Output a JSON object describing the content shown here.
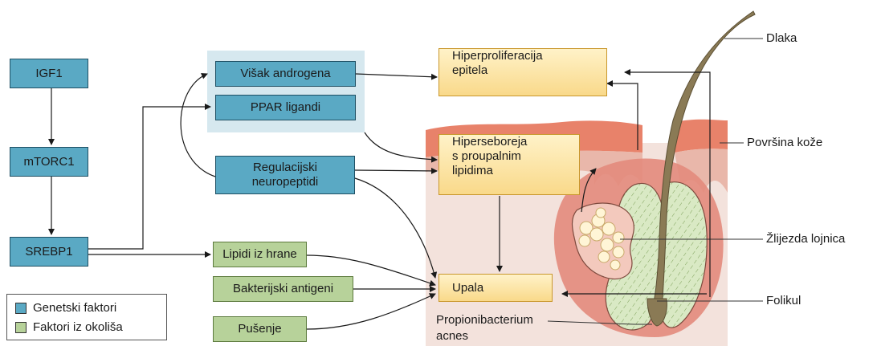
{
  "nodes": {
    "igf1": "IGF1",
    "mtorc1": "mTORC1",
    "srebp1": "SREBP1",
    "visak_androgena": "Višak androgena",
    "ppar_ligandi": "PPAR ligandi",
    "regulacijski_1": "Regulacijski",
    "regulacijski_2": "neuropeptidi",
    "lipidi_iz_hrane": "Lipidi iz hrane",
    "bakterijski_antigeni": "Bakterijski antigeni",
    "pusenje": "Pušenje",
    "hiperproliferacija_1": "Hiperproliferacija",
    "hiperproliferacija_2": "epitela",
    "hiperseboreja_1": "Hiperseboreja",
    "hiperseboreja_2": "s proupalnim",
    "hiperseboreja_3": "lipidima",
    "upala": "Upala"
  },
  "labels": {
    "dlaka": "Dlaka",
    "povrsina_koze": "Površina kože",
    "zlijezda_lojnica": "Žlijezda lojnica",
    "folikul": "Folikul",
    "propionibacterium_1": "Propionibacterium",
    "propionibacterium_2": "acnes"
  },
  "legend": {
    "genetic": "Genetski faktori",
    "environmental": "Faktori iz okoliša"
  },
  "colors": {
    "genetic": "#5aa9c4",
    "environmental": "#b7d29a",
    "outcome": "#fce3a4",
    "skin_surface": "#e8826a",
    "dermis": "#f2ddd6",
    "gland_zone": "#e38b7c",
    "hair": "#8a7a55"
  }
}
